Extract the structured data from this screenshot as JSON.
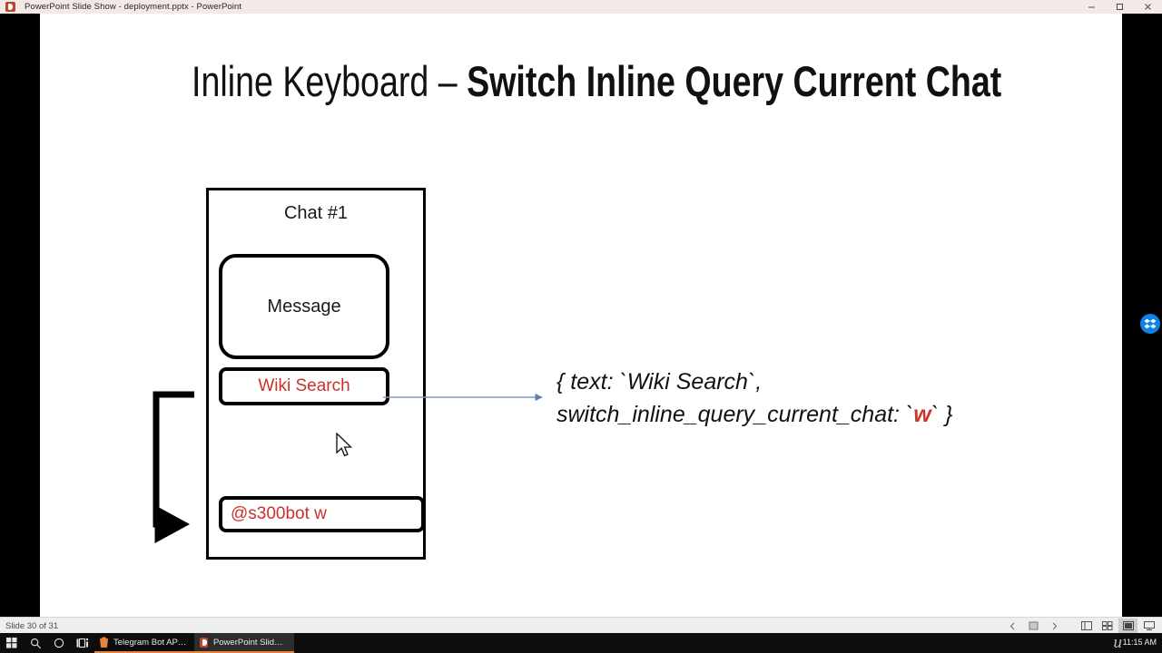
{
  "window": {
    "title": "PowerPoint Slide Show  -  deployment.pptx - PowerPoint",
    "app_icon": "powerpoint-icon",
    "controls": {
      "minimize_label": "Minimize",
      "restore_label": "Restore",
      "close_label": "Close"
    }
  },
  "slide": {
    "title_light": "Inline Keyboard – ",
    "title_bold": "Switch Inline Query Current Chat",
    "chat": {
      "header": "Chat #1",
      "message_label": "Message",
      "button_label": "Wiki Search",
      "input_value": "@s300bot w"
    },
    "annotation": {
      "line1": "{ text: `Wiki Search`,",
      "line2_prefix": "switch_inline_query_current_chat: `",
      "line2_highlight": "w",
      "line2_suffix": "` }"
    },
    "colors": {
      "accent_red": "#c8322a",
      "arrow_blue": "#7796b8",
      "outline_black": "#000000"
    }
  },
  "status_bar": {
    "slide_counter": "Slide 30 of 31",
    "buttons": [
      {
        "name": "previous-slide-button",
        "glyph": "‹"
      },
      {
        "name": "slide-menu-button",
        "glyph": "▤"
      },
      {
        "name": "next-slide-button",
        "glyph": "›"
      },
      {
        "name": "reading-view-button",
        "glyph": "▤"
      },
      {
        "name": "slide-sorter-button",
        "glyph": "▦"
      },
      {
        "name": "normal-view-button",
        "glyph": "▣"
      },
      {
        "name": "slide-show-button",
        "glyph": "▭"
      }
    ]
  },
  "taskbar": {
    "system_icons": [
      {
        "name": "start-button",
        "label": "Start"
      },
      {
        "name": "search-icon",
        "label": "Search"
      },
      {
        "name": "cortana-icon",
        "label": "Cortana"
      },
      {
        "name": "task-view-icon",
        "label": "Task View"
      }
    ],
    "tasks": [
      {
        "name": "taskbar-item-brave",
        "label": "Telegram Bot API - Br...",
        "icon": "brave-icon",
        "active": false
      },
      {
        "name": "taskbar-item-powerpoint",
        "label": "PowerPoint Slide Sho...",
        "icon": "powerpoint-icon",
        "active": true
      }
    ],
    "clock": "11:15 AM",
    "watermark": "u"
  },
  "desktop": {
    "dropbox_badge": "dropbox-icon"
  }
}
